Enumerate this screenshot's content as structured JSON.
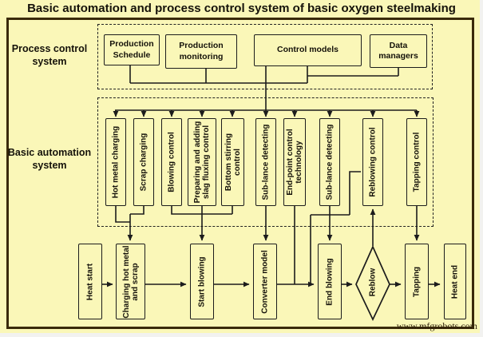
{
  "title": "Basic automation and process control system of basic oxygen steelmaking",
  "watermark": "www.mfgrobots.com",
  "colors": {
    "background": "#FAF7B8",
    "outer_border": "#3A2A0A",
    "box_border": "#1C1C1C",
    "text": "#15120A"
  },
  "sections": {
    "process_control": {
      "label": "Process control system"
    },
    "basic_automation": {
      "label": "Basic automation system"
    }
  },
  "process_boxes": [
    {
      "label": "Production Schedule"
    },
    {
      "label": "Production monitoring"
    },
    {
      "label": "Control models"
    },
    {
      "label": "Data managers"
    }
  ],
  "automation_boxes": [
    {
      "label": "Hot metal charging"
    },
    {
      "label": "Scrap charging"
    },
    {
      "label": "Blowing control"
    },
    {
      "label": "Preparing and adding slag fluxing control"
    },
    {
      "label": "Bottom stirring control"
    },
    {
      "label": "Sub-lance detecting"
    },
    {
      "label": "End-point control technology"
    },
    {
      "label": "Sub-lance detecting"
    },
    {
      "label": "Reblowing control"
    },
    {
      "label": "Tapping control"
    }
  ],
  "flow_boxes": [
    {
      "label": "Heat start"
    },
    {
      "label": "Charging hot metal and scrap"
    },
    {
      "label": "Start blowing"
    },
    {
      "label": "Converter model"
    },
    {
      "label": "End blowing"
    },
    {
      "label": "Reblow",
      "shape": "diamond"
    },
    {
      "label": "Tapping"
    },
    {
      "label": "Heat end"
    }
  ]
}
